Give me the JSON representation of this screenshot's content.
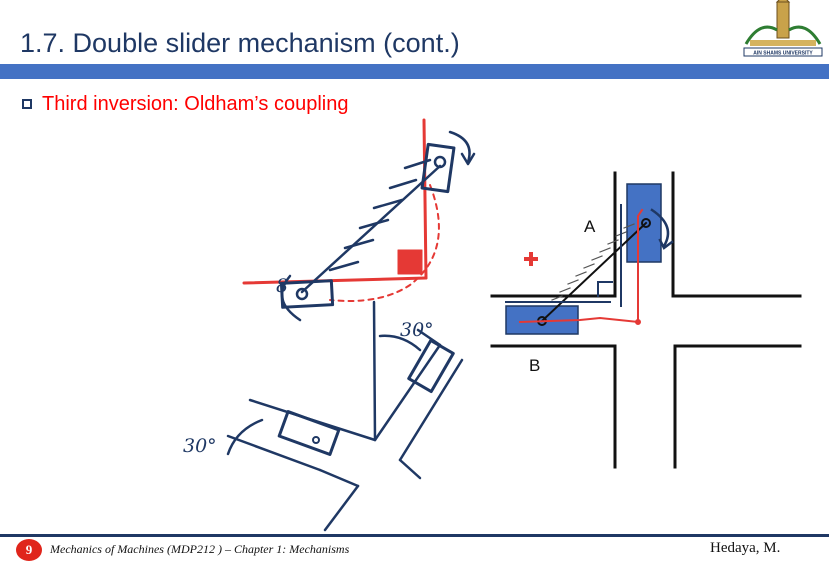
{
  "slide": {
    "title": "1.7. Double slider mechanism (cont.)",
    "bullet": "Third inversion: Oldham’s coupling",
    "logo_text": "AIN SHAMS UNIVERSITY"
  },
  "figure": {
    "label_a": "A",
    "label_b": "B",
    "angle_left": "30°",
    "angle_top": "30°",
    "sketch_mark": "8"
  },
  "footer": {
    "page_number": "9",
    "course": "Mechanics of Machines (MDP212 ) – Chapter 1: Mechanisms",
    "author": "Hedaya, M."
  },
  "colors": {
    "title": "#1f3864",
    "bar": "#4472c4",
    "accent_red": "#ff0000",
    "slider_fill": "#4472c4",
    "ink": "#1f3864"
  }
}
